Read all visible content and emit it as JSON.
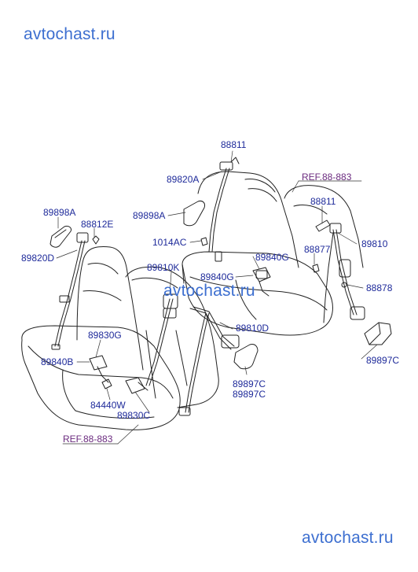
{
  "watermarks": {
    "top": "avtochast.ru",
    "middle": "avtochast.ru",
    "bottom": "avtochast.ru"
  },
  "refs": {
    "upper": "REF.88-883",
    "lower": "REF.88-883"
  },
  "parts": {
    "p88811_top": "88811",
    "p89820A": "89820A",
    "p88811_right": "88811",
    "p89898A_left": "89898A",
    "p88812E": "88812E",
    "p89898A_mid": "89898A",
    "p89810": "89810",
    "p1014AC": "1014AC",
    "p89820D": "89820D",
    "p88877": "88877",
    "p89840G_r": "89840G",
    "p89810K": "89810K",
    "p89840G_m": "89840G",
    "p88878": "88878",
    "p89830G": "89830G",
    "p89810D": "89810D",
    "p89897C_r": "89897C",
    "p89840B": "89840B",
    "p89897C_a": "89897C",
    "p89897C_b": "89897C",
    "p84440W": "84440W",
    "p89830C": "89830C"
  }
}
